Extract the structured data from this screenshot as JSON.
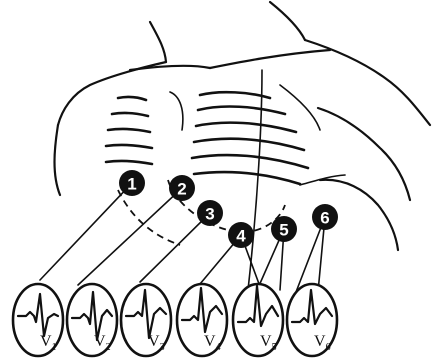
{
  "electrodes": [
    {
      "label": "1"
    },
    {
      "label": "2"
    },
    {
      "label": "3"
    },
    {
      "label": "4"
    },
    {
      "label": "5"
    },
    {
      "label": "6"
    }
  ],
  "leads": [
    {
      "letter": "V",
      "sub": "1"
    },
    {
      "letter": "V",
      "sub": "2"
    },
    {
      "letter": "V",
      "sub": "3"
    },
    {
      "letter": "V",
      "sub": "4"
    },
    {
      "letter": "V",
      "sub": "5"
    },
    {
      "letter": "V",
      "sub": "6"
    }
  ]
}
